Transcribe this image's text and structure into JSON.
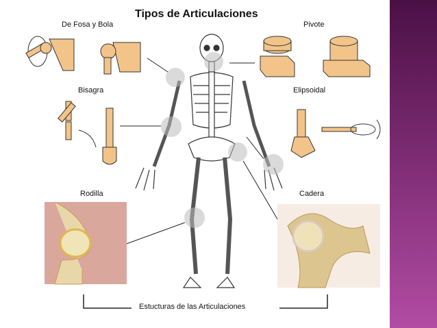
{
  "title": "Tipos de Articulaciones",
  "labels": {
    "ball_socket": "De Fosa y Bola",
    "pivot": "Pivote",
    "hinge": "Bisagra",
    "ellipsoid": "Elipsoidal",
    "knee": "Rodilla",
    "hip": "Cadera",
    "footer": "Estucturas de las Articulaciones"
  },
  "colors": {
    "accent_strip_top": "#4b1046",
    "accent_strip_bottom": "#b24ca4",
    "joint_wood": "#f2c48a",
    "bone": "#e8d7a8"
  }
}
